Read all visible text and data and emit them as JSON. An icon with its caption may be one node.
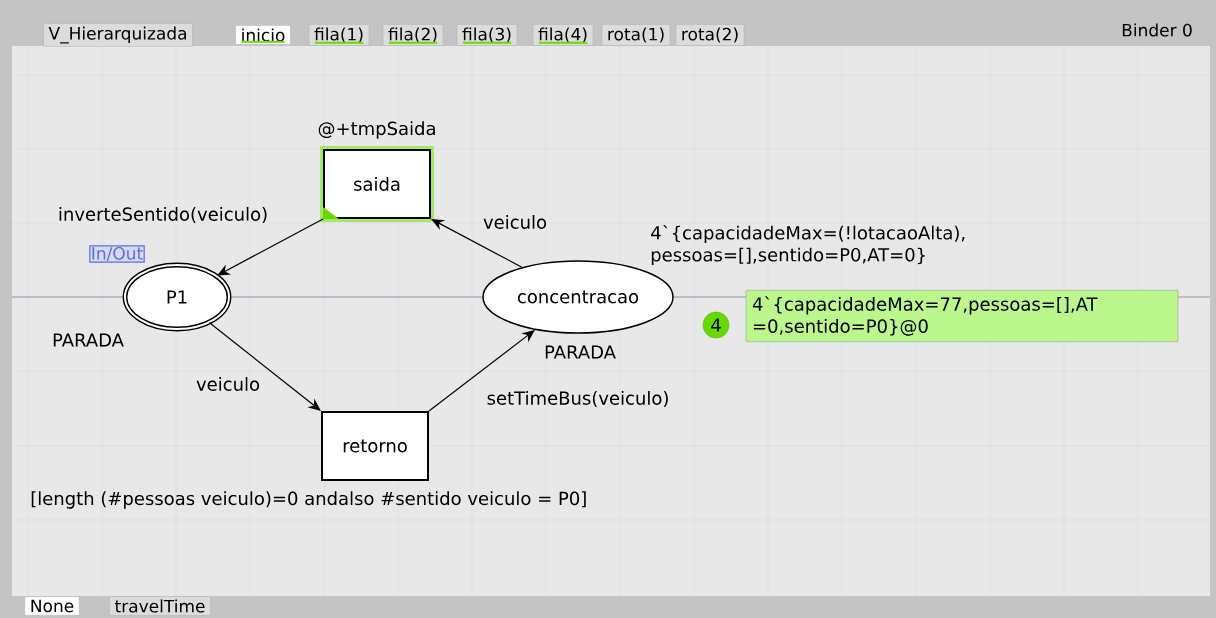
{
  "diagram": {
    "nodes": [
      {
        "text": [
          "saida"
        ],
        "beside": [
          "@+tmpSaida"
        ]
      },
      {
        "text": [
          "P1"
        ],
        "beside": [
          "In/Out",
          "PARADA"
        ]
      },
      {
        "text": [
          "concentracao"
        ],
        "beside": [
          "PARADA",
          "4`{capacidadeMax=(!lotacaoAlta), pessoas=[],sentido=P0,AT=0}"
        ]
      },
      {
        "text": [
          "retorno"
        ],
        "beside": [
          "[length (#pessoas veiculo)=0 andalso  #sentido veiculo = P0]"
        ]
      },
      {
        "text": [
          "4"
        ]
      },
      {
        "text": [
          "4`{capacidadeMax=77,pessoas=[],AT =0,sentido=P0}@0"
        ]
      }
    ],
    "edges": [
      {
        "from": 0,
        "to": 1,
        "arrow": "to",
        "label": "inverteSentido(veiculo)"
      },
      {
        "from": 2,
        "to": 0,
        "arrow": "to",
        "label": "veiculo"
      },
      {
        "from": 1,
        "to": 3,
        "arrow": "to",
        "label": "veiculo"
      },
      {
        "from": 3,
        "to": 2,
        "arrow": "to",
        "label": "setTimeBus(veiculo)"
      }
    ],
    "labels": [
      "V_Hierarquizada",
      "inicio",
      "fila(1)",
      "fila(2)",
      "fila(3)",
      "fila(4)",
      "rota(1)",
      "rota(2)",
      "Binder 0",
      "None",
      "travelTime"
    ]
  }
}
